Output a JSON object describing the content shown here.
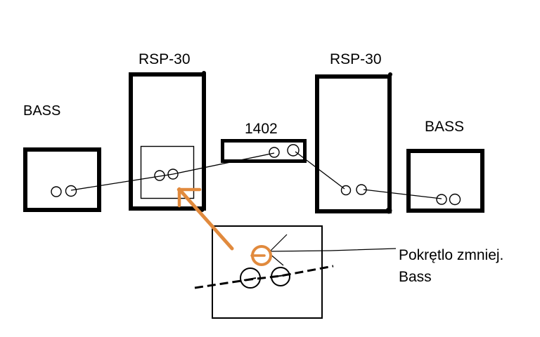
{
  "diagram": {
    "description": "Hand-drawn wiring diagram of PA equipment",
    "ink_color": "#000000",
    "accent_color": "#e18a3d",
    "devices": {
      "bass_left": "BASS",
      "rsp_left": "RSP-30",
      "mixer": "1402",
      "rsp_right": "RSP-30",
      "bass_right": "BASS"
    },
    "annotation": {
      "line1": "Pokrętlo zmniej.",
      "line2": "Bass"
    }
  }
}
